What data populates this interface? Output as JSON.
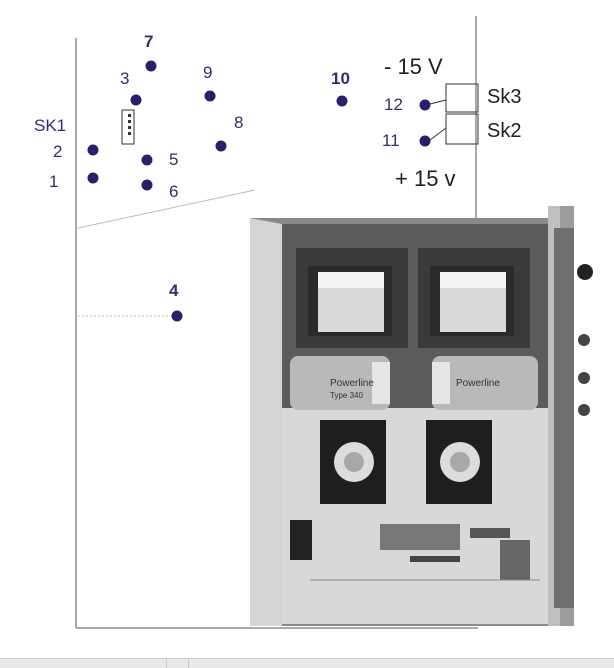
{
  "pins": [
    {
      "id": "pin-1",
      "label": "1"
    },
    {
      "id": "pin-2",
      "label": "2"
    },
    {
      "id": "pin-3",
      "label": "3"
    },
    {
      "id": "pin-4",
      "label": "4"
    },
    {
      "id": "pin-5",
      "label": "5"
    },
    {
      "id": "pin-6",
      "label": "6"
    },
    {
      "id": "pin-7",
      "label": "7"
    },
    {
      "id": "pin-8",
      "label": "8"
    },
    {
      "id": "pin-9",
      "label": "9"
    },
    {
      "id": "pin-10",
      "label": "10"
    },
    {
      "id": "pin-11",
      "label": "11"
    },
    {
      "id": "pin-12",
      "label": "12"
    }
  ],
  "labels": {
    "sk1": "SK1",
    "sk2": "Sk2",
    "sk3": "Sk3",
    "minus_rail": "- 15 V",
    "plus_rail": "+ 15 v"
  },
  "component_text": {
    "capacitor_left": "Powerline",
    "capacitor_left_type": "Type 340",
    "capacitor_right": "Powerline"
  },
  "colors": {
    "pin_dot": "#2a1f6b",
    "pin_label": "#3a2a6e"
  }
}
